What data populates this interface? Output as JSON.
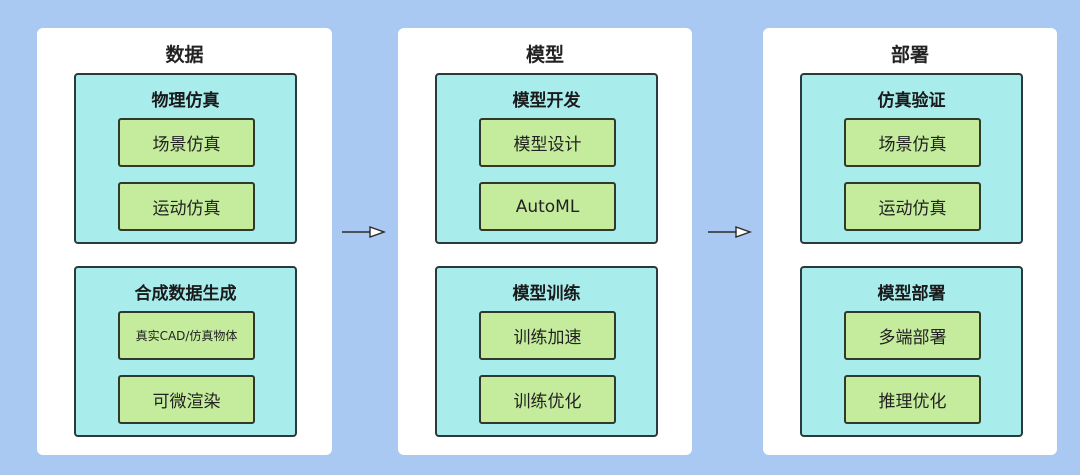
{
  "columns": [
    {
      "title": "数据",
      "groups": [
        {
          "title": "物理仿真",
          "items": [
            "场景仿真",
            "运动仿真"
          ]
        },
        {
          "title": "合成数据生成",
          "items": [
            "真实CAD/仿真物体",
            "可微渲染"
          ]
        }
      ]
    },
    {
      "title": "模型",
      "groups": [
        {
          "title": "模型开发",
          "items": [
            "模型设计",
            "AutoML"
          ]
        },
        {
          "title": "模型训练",
          "items": [
            "训练加速",
            "训练优化"
          ]
        }
      ]
    },
    {
      "title": "部署",
      "groups": [
        {
          "title": "仿真验证",
          "items": [
            "场景仿真",
            "运动仿真"
          ]
        },
        {
          "title": "模型部署",
          "items": [
            "多端部署",
            "推理优化"
          ]
        }
      ]
    }
  ],
  "colors": {
    "background": "#a9c8f2",
    "panel": "#ffffff",
    "group_fill": "#a8ecec",
    "item_fill": "#c4ec9c",
    "border": "#2a3a3c"
  },
  "icons": [
    "arrow-right-icon",
    "arrow-right-icon"
  ]
}
